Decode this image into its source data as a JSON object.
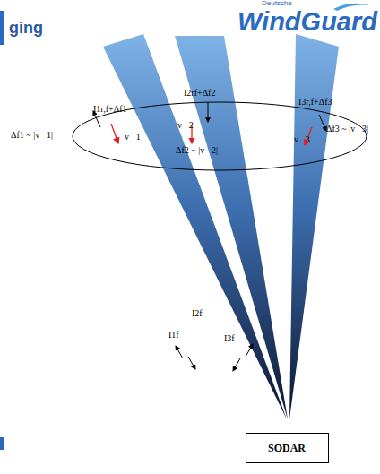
{
  "diagram": {
    "nodes": [
      {
        "text": [
          "SODAR"
        ]
      }
    ],
    "labels": [
      "ging",
      "Deutsche",
      "WindGuard",
      "I1r,f+Δf1",
      "I2rf+Δf2",
      "I3r,f+Δf3",
      "Δf1 ~ |v⃗1|",
      "v⃗1",
      "v⃗2",
      "Δf2 ~ |v⃗2|",
      "v⃗3",
      "Δf3 ~ |v⃗3|",
      "I1f",
      "I2f",
      "I3f"
    ]
  }
}
